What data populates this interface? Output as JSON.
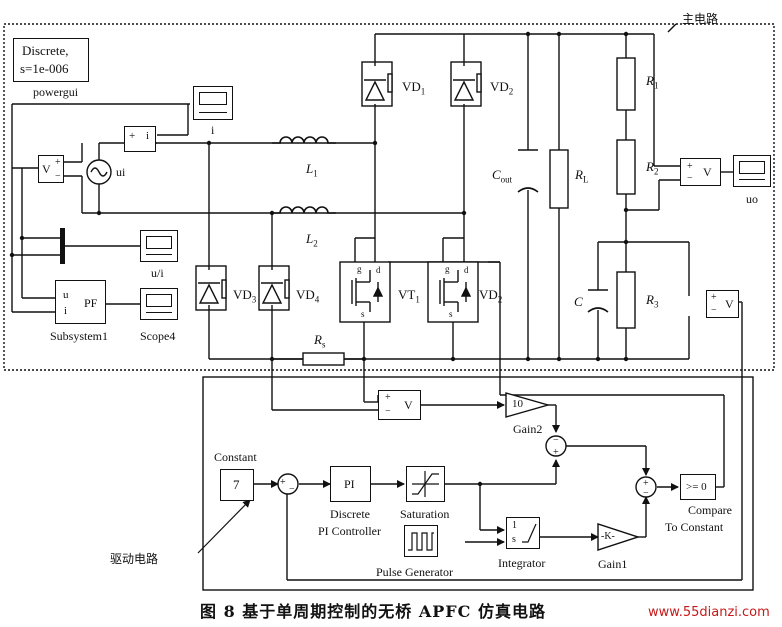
{
  "powergui": {
    "solver": "Discrete,",
    "sample_time": "s=1e-006",
    "label": "powergui"
  },
  "main_circuit_label": "主电路",
  "drive_circuit_label": "驱动电路",
  "caption": "图 8   基于单周期控制的无桥 APFC 仿真电路",
  "watermark": "www.55dianzi.com",
  "components": {
    "ui": "ui",
    "i_scope": "i",
    "uo_scope": "uo",
    "ui_scope": "u/i",
    "scope4": "Scope4",
    "subsystem": "Subsystem1",
    "subsystem_pf": "PF",
    "subsystem_u": "u",
    "subsystem_i": "i",
    "L1": "L",
    "L1_sub": "1",
    "L2": "L",
    "L2_sub": "2",
    "VD1": "VD",
    "VD1_sub": "1",
    "VD2": "VD",
    "VD2_sub": "2",
    "VD3": "VD",
    "VD3_sub": "3",
    "VD4": "VD",
    "VD4_sub": "4",
    "VT1": "VT",
    "VT1_sub": "1",
    "VT2": "VD",
    "VT2_sub": "2",
    "Cout": "C",
    "Cout_sub": "out",
    "RL": "R",
    "RL_sub": "L",
    "R1": "R",
    "R1_sub": "1",
    "R2": "R",
    "R2_sub": "2",
    "R3": "R",
    "R3_sub": "3",
    "C": "C",
    "Rs": "R",
    "Rs_sub": "s",
    "V_symbol": "V",
    "plus": "+",
    "minus": "−",
    "g": "g",
    "s": "s",
    "d": "d"
  },
  "control": {
    "constant_label": "Constant",
    "constant_value": "7",
    "pi_label": "PI",
    "pi_name_1": "Discrete",
    "pi_name_2": "PI Controller",
    "saturation": "Saturation",
    "gain2_value": "10",
    "gain2": "Gain2",
    "gain1_value": "-K-",
    "gain1": "Gain1",
    "integrator": "Integrator",
    "integrator_value": "1",
    "integrator_den": "s",
    "pulse": "Pulse Generator",
    "compare_value": ">= 0",
    "compare_1": "Compare",
    "compare_2": "To Constant"
  }
}
